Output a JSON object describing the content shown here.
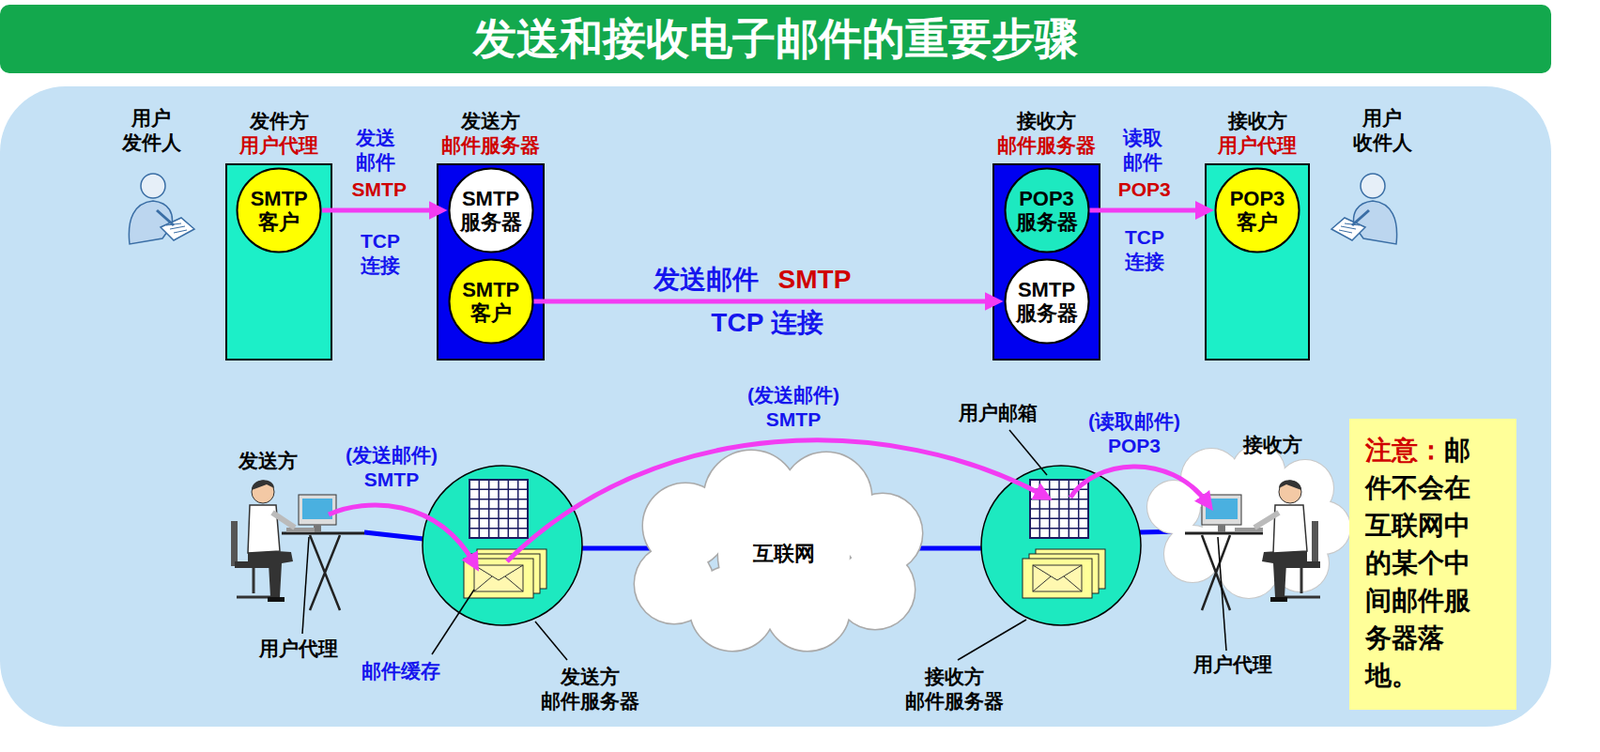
{
  "diagram": {
    "title": "发送和接收电子邮件的重要步骤",
    "nodes": [
      {
        "text": [
          "发件方",
          "用户代理"
        ]
      },
      {
        "text": [
          "SMTP 客户"
        ],
        "in": 0
      },
      {
        "text": [
          "发送方",
          "邮件服务器"
        ]
      },
      {
        "text": [
          "SMTP 服务器"
        ],
        "in": 2
      },
      {
        "text": [
          "SMTP 客户"
        ],
        "in": 2
      },
      {
        "text": [
          "接收方",
          "邮件服务器"
        ]
      },
      {
        "text": [
          "POP3 服务器"
        ],
        "in": 5
      },
      {
        "text": [
          "SMTP 服务器"
        ],
        "in": 5
      },
      {
        "text": [
          "接收方",
          "用户代理"
        ]
      },
      {
        "text": [
          "POP3 客户"
        ],
        "in": 8
      },
      {
        "text": [
          "注意：",
          "邮件不会在互联网中的某个中间邮件服务器落地。"
        ]
      }
    ],
    "edges": [
      {
        "from": 1,
        "to": 3,
        "arrow": "to",
        "label": "SMTP"
      },
      {
        "from": 4,
        "to": 7,
        "arrow": "to",
        "label": "SMTP"
      },
      {
        "from": 6,
        "to": 9,
        "arrow": "to",
        "label": "POP3"
      }
    ],
    "labels": [
      "用户 发件人",
      "发送 邮件",
      "TCP 连接",
      "发送邮件",
      "TCP 连接",
      "读取 邮件",
      "TCP 连接",
      "用户 收件人",
      "发送方",
      "(发送邮件) SMTP",
      "(发送邮件) SMTP",
      "用户邮箱",
      "(读取邮件) POP3",
      "接收方",
      "互联网",
      "用户代理",
      "邮件缓存",
      "发送方 邮件服务器",
      "接收方 邮件服务器",
      "用户代理"
    ]
  }
}
